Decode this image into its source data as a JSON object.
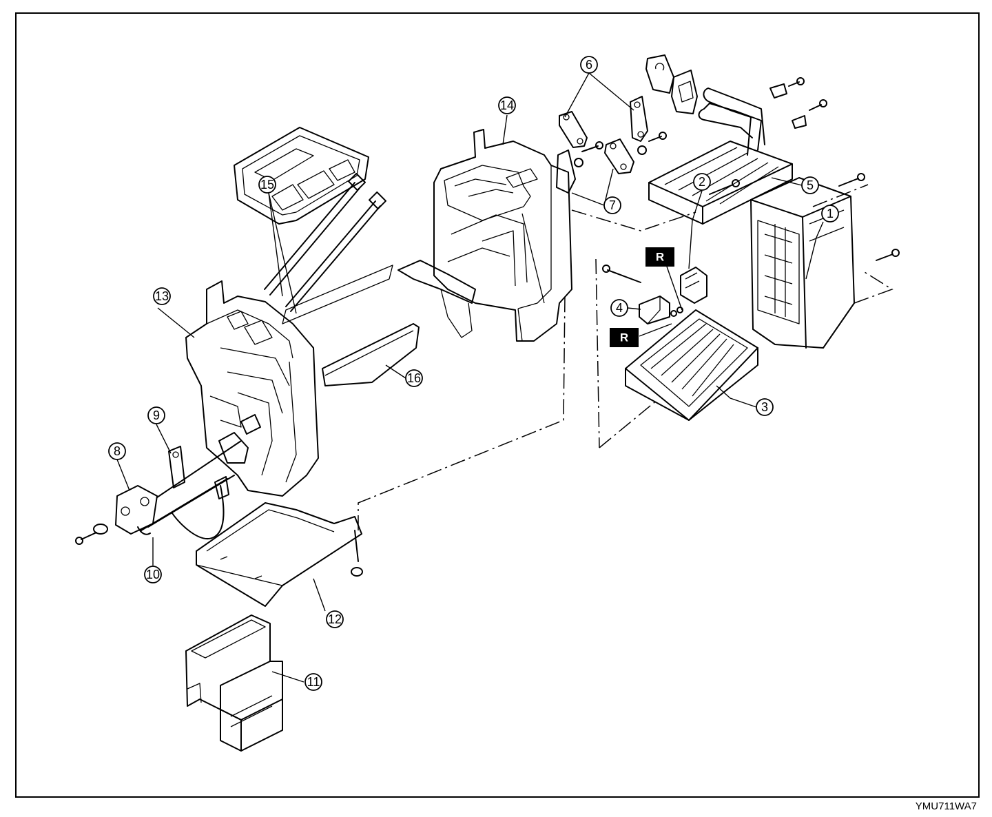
{
  "diagram": {
    "callouts": [
      "1",
      "2",
      "3",
      "4",
      "5",
      "6",
      "7",
      "8",
      "9",
      "10",
      "11",
      "12",
      "13",
      "14",
      "15",
      "16"
    ],
    "reference_marks": [
      "R",
      "R"
    ],
    "figure_code": "YMU711WA7"
  }
}
